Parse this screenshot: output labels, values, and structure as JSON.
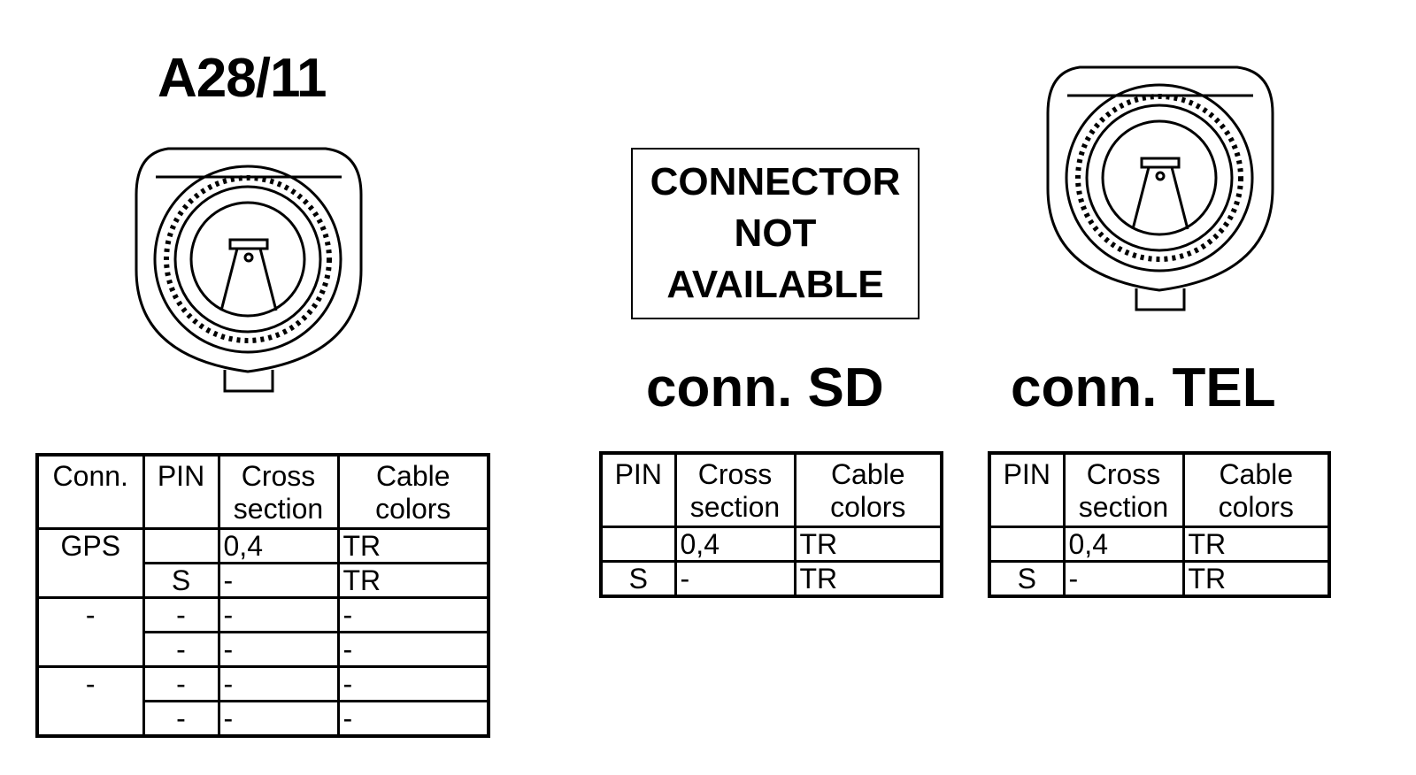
{
  "left": {
    "title": "A28/11",
    "table": {
      "headers": [
        "Conn.",
        "PIN",
        "Cross section",
        "Cable colors"
      ],
      "groups": [
        {
          "conn": "GPS",
          "rows": [
            [
              "",
              "0,4",
              "TR"
            ],
            [
              "S",
              "-",
              "TR"
            ]
          ]
        },
        {
          "conn": "-",
          "rows": [
            [
              "-",
              "-",
              "-"
            ],
            [
              "-",
              "-",
              "-"
            ]
          ]
        },
        {
          "conn": "-",
          "rows": [
            [
              "-",
              "-",
              "-"
            ],
            [
              "-",
              "-",
              "-"
            ]
          ]
        }
      ]
    }
  },
  "middle": {
    "notice": [
      "CONNECTOR",
      "NOT",
      "AVAILABLE"
    ],
    "title": "conn. SD",
    "table": {
      "headers": [
        "PIN",
        "Cross section",
        "Cable colors"
      ],
      "rows": [
        [
          "",
          "0,4",
          "TR"
        ],
        [
          "S",
          "-",
          "TR"
        ]
      ]
    }
  },
  "right": {
    "title": "conn. TEL",
    "table": {
      "headers": [
        "PIN",
        "Cross section",
        "Cable colors"
      ],
      "rows": [
        [
          "",
          "0,4",
          "TR"
        ],
        [
          "S",
          "-",
          "TR"
        ]
      ]
    }
  }
}
